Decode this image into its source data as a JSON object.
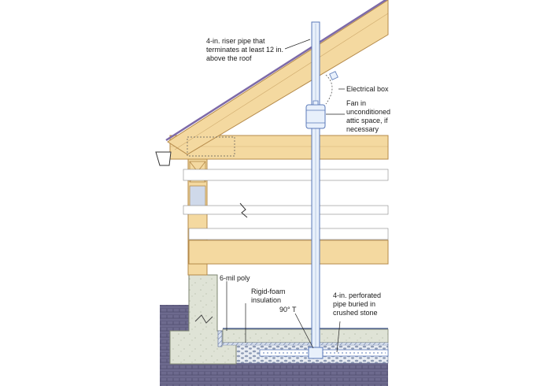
{
  "labels": {
    "riser": [
      "4-in. riser pipe that",
      "terminates at least 12 in.",
      "above the roof"
    ],
    "electrical_box": "Electrical box",
    "fan": [
      "Fan in",
      "unconditioned",
      "attic space, if",
      "necessary"
    ],
    "poly": "6-mil poly",
    "rigid_foam": [
      "Rigid-foam",
      "insulation"
    ],
    "tee": "90° T",
    "perforated": [
      "4-in. perforated",
      "pipe buried in",
      "crushed stone"
    ]
  },
  "colors": {
    "lumber": "#f4d9a0",
    "lumber_edge": "#b58a4a",
    "roof_edge": "#7d6aa8",
    "concrete": "#dfe3d6",
    "soil": "#6d6a8e",
    "pipe": "#e8f0fb",
    "pipe_edge": "#5a79b8",
    "stone": "#a9b4c9",
    "leader": "#222222"
  }
}
